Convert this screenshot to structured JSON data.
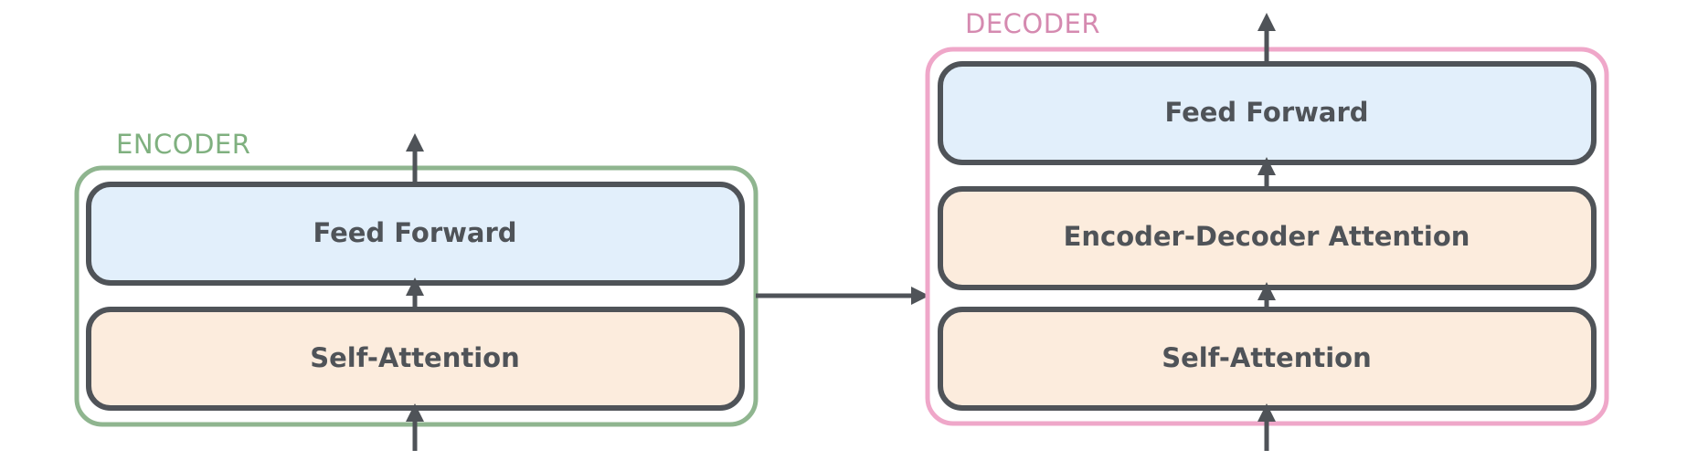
{
  "colors": {
    "encoder_outline": "#8fb58f",
    "decoder_outline": "#efa7c9",
    "encoder_label": "#7fb07f",
    "decoder_label": "#d58ab0",
    "block_outline": "#4f5358",
    "feed_forward_fill": "#e2effb",
    "attention_fill": "#fcecdd",
    "arrow": "#4f5358",
    "block_text": "#4f5358"
  },
  "encoder": {
    "label": "ENCODER",
    "blocks": {
      "feed_forward": "Feed Forward",
      "self_attention": "Self-Attention"
    }
  },
  "decoder": {
    "label": "DECODER",
    "blocks": {
      "feed_forward": "Feed Forward",
      "encoder_decoder_attention": "Encoder-Decoder Attention",
      "self_attention": "Self-Attention"
    }
  },
  "icons": {
    "arrow": "arrow-up-icon",
    "connector": "arrow-right-icon"
  }
}
